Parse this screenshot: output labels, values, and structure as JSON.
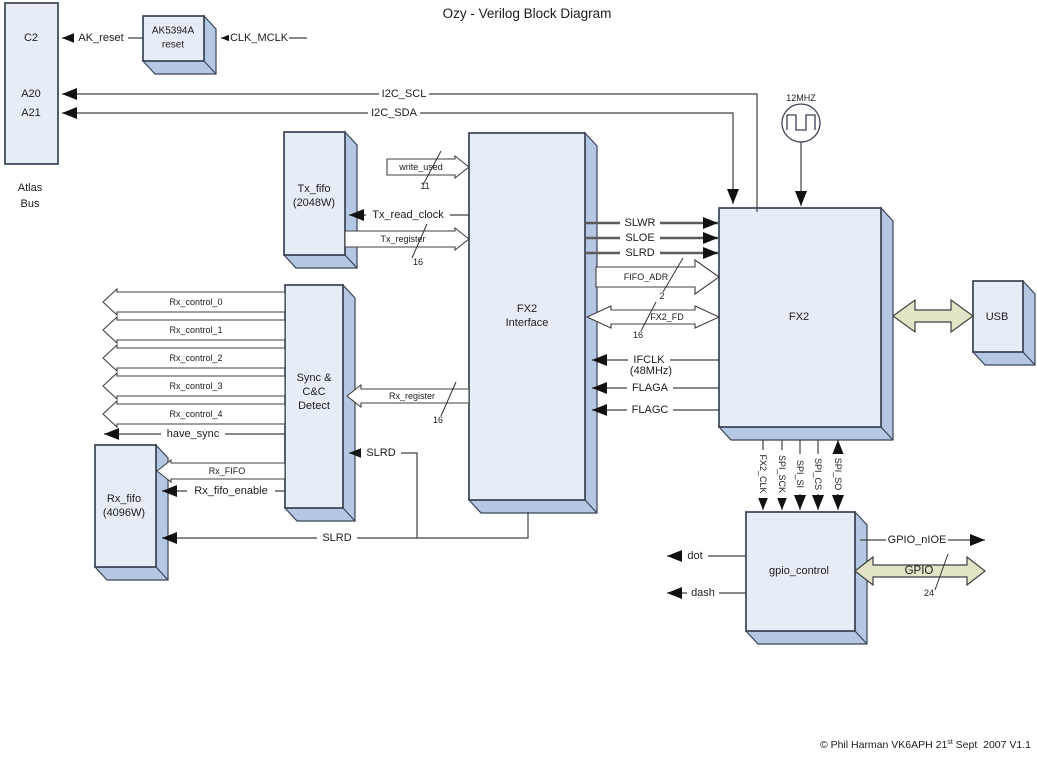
{
  "title": "Ozy - Verilog Block Diagram",
  "footer": {
    "part1": "© Phil Harman VK6APH 21",
    "sup": "st",
    "part2": " Sept  2007 V1.1"
  },
  "colors": {
    "block_face": "#e7edf7",
    "block_side": "#b5c7e2",
    "line": "#404040",
    "bus_fill": "#ffffff",
    "wide_arrow_fill": "#e3e4c6"
  },
  "blocks": {
    "atlas": {
      "pin_c2": "C2",
      "pin_a20": "A20",
      "pin_a21": "A21",
      "caption1": "Atlas",
      "caption2": "Bus"
    },
    "ak5394a": {
      "line1": "AK5394A",
      "line2": "reset"
    },
    "tx_fifo": {
      "line1": "Tx_fifo",
      "line2": "(2048W)"
    },
    "fx2_interface": {
      "line1": "FX2",
      "line2": "Interface"
    },
    "fx2": {
      "label": "FX2"
    },
    "usb": {
      "label": "USB"
    },
    "sync_detect": {
      "line1": "Sync &",
      "line2": "C&C",
      "line3": "Detect"
    },
    "rx_fifo": {
      "line1": "Rx_fifo",
      "line2": "(4096W)"
    },
    "gpio_control": {
      "label": "gpio_control"
    },
    "clock": {
      "label": "12MHZ"
    }
  },
  "signals": {
    "ak_reset": "AK_reset",
    "clk_mclk": "CLK_MCLK",
    "i2c_scl": "I2C_SCL",
    "i2c_sda": "I2C_SDA",
    "write_used": {
      "label": "write_used",
      "width": "11"
    },
    "tx_read_clock": "Tx_read_clock",
    "tx_register": {
      "label": "Tx_register",
      "width": "16"
    },
    "slwr": "SLWR",
    "sloe": "SLOE",
    "slrd": "SLRD",
    "fifo_adr": {
      "label": "FIFO_ADR",
      "width": "2"
    },
    "fx2_fd": {
      "label": "FX2_FD",
      "width": "16"
    },
    "ifclk": {
      "line1": "IFCLK",
      "line2": "(48MHz)"
    },
    "flaga": "FLAGA",
    "flagc": "FLAGC",
    "rx_controls": [
      "Rx_control_0",
      "Rx_control_1",
      "Rx_control_2",
      "Rx_control_3",
      "Rx_control_4"
    ],
    "have_sync": "have_sync",
    "rx_register": {
      "label": "Rx_register",
      "width": "16"
    },
    "rx_fifo_bus": "Rx_FIFO",
    "rx_fifo_enable": "Rx_fifo_enable",
    "slrd_sync": "SLRD",
    "slrd_bottom": "SLRD",
    "fx2_clk": "FX2_CLK",
    "spi_sck": "SPI_SCK",
    "spi_si": "SPI_SI",
    "spi_cs": "SPI_CS",
    "spi_so": "SPI_SO",
    "gpio_nioe": "GPIO_nIOE",
    "gpio_bus": {
      "label": "GPIO",
      "width": "24"
    },
    "dot": "dot",
    "dash": "dash"
  }
}
